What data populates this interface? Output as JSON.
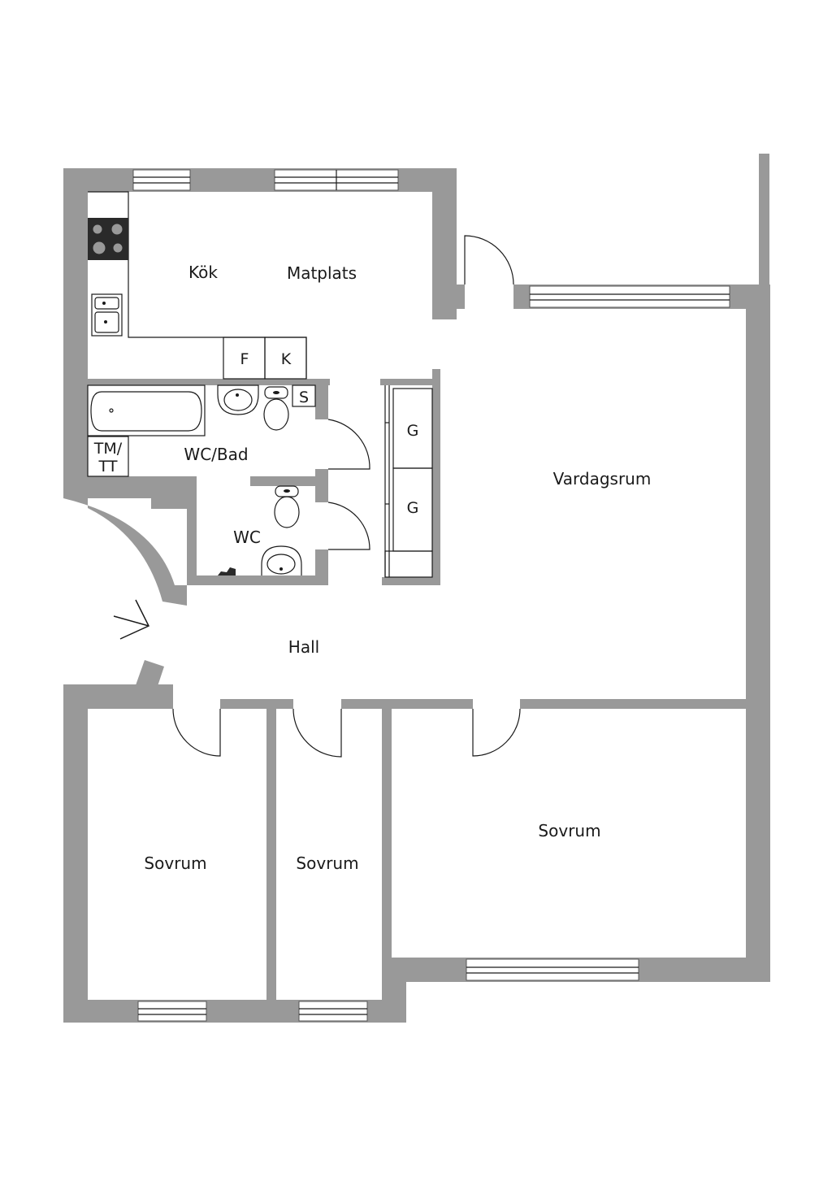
{
  "rooms": {
    "kok": "Kök",
    "matplats": "Matplats",
    "wc_bad": "WC/Bad",
    "wc": "WC",
    "vardagsrum": "Vardagsrum",
    "hall": "Hall",
    "sovrum_1": "Sovrum",
    "sovrum_2": "Sovrum",
    "sovrum_3": "Sovrum"
  },
  "fixtures": {
    "fridge": "F",
    "freezer": "K",
    "cabinet_s": "S",
    "wardrobe_1": "G",
    "wardrobe_2": "G",
    "washer_line1": "TM/",
    "washer_line2": "TT"
  },
  "colors": {
    "wall": "#999999",
    "line": "#1a1a1a"
  }
}
